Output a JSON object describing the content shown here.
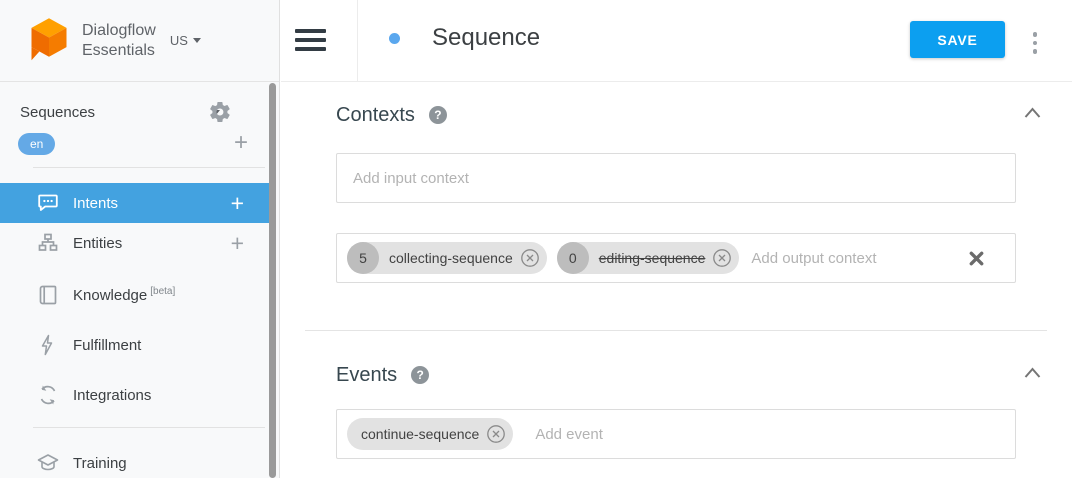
{
  "brand": {
    "line1": "Dialogflow",
    "line2": "Essentials",
    "region": "US"
  },
  "sidebar": {
    "agent_name": "Sequences",
    "language": {
      "code": "en",
      "add_label": "+"
    },
    "items": [
      {
        "label": "Intents",
        "add_label": "+",
        "active": true
      },
      {
        "label": "Entities",
        "add_label": "+",
        "active": false
      },
      {
        "label": "Knowledge",
        "badge": "[beta]",
        "active": false
      },
      {
        "label": "Fulfillment",
        "active": false
      },
      {
        "label": "Integrations",
        "active": false
      },
      {
        "label": "Training",
        "active": false
      }
    ]
  },
  "header": {
    "title": "Sequence",
    "save_label": "SAVE"
  },
  "sections": {
    "contexts": {
      "title": "Contexts",
      "help_glyph": "?",
      "input_context": {
        "value": "",
        "placeholder": "Add input context"
      },
      "output_context": {
        "placeholder": "Add output context",
        "chips": [
          {
            "lifespan": "5",
            "name": "collecting-sequence",
            "strikethrough": false
          },
          {
            "lifespan": "0",
            "name": "editing-sequence",
            "strikethrough": true
          }
        ]
      }
    },
    "events": {
      "title": "Events",
      "help_glyph": "?",
      "event_input": {
        "placeholder": "Add event",
        "chips": [
          {
            "name": "continue-sequence"
          }
        ]
      }
    }
  },
  "colors": {
    "active_item_blue": "#43a2e0",
    "save_button_blue": "#0c9ff0",
    "language_pill_blue": "#64a9e6",
    "title_dot_blue": "#5aa7ee",
    "logo_orange_top": "#ffa000",
    "logo_orange_side": "#f57c00",
    "logo_orange_dark": "#ef6c00"
  }
}
